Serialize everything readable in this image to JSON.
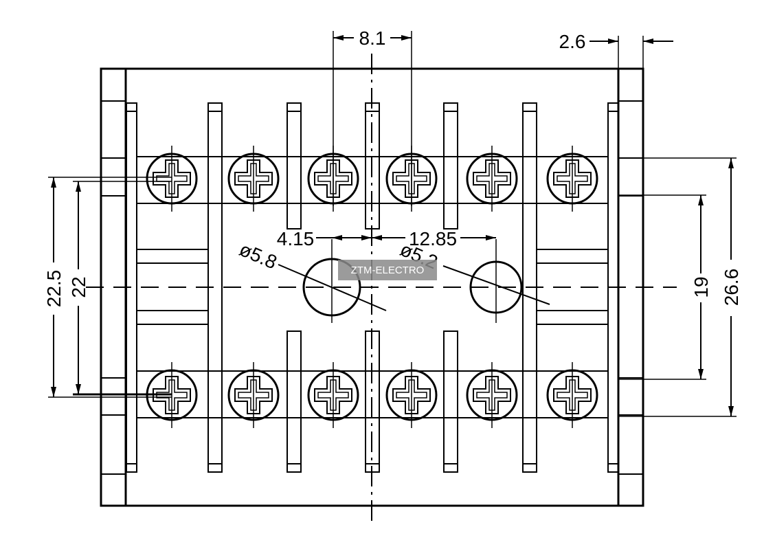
{
  "dimensions": {
    "top_pitch": "8.1",
    "top_right": "2.6",
    "left_outer": "22.5",
    "left_inner": "22",
    "right_inner": "19",
    "right_outer": "26.6",
    "hole_offset": "4.15",
    "hole_spacing": "12.85",
    "hole_dia_left": "ø5.8",
    "hole_dia_right": "ø5.2"
  },
  "watermark": "ZTM-ELECTRO",
  "screws_per_row": 6
}
